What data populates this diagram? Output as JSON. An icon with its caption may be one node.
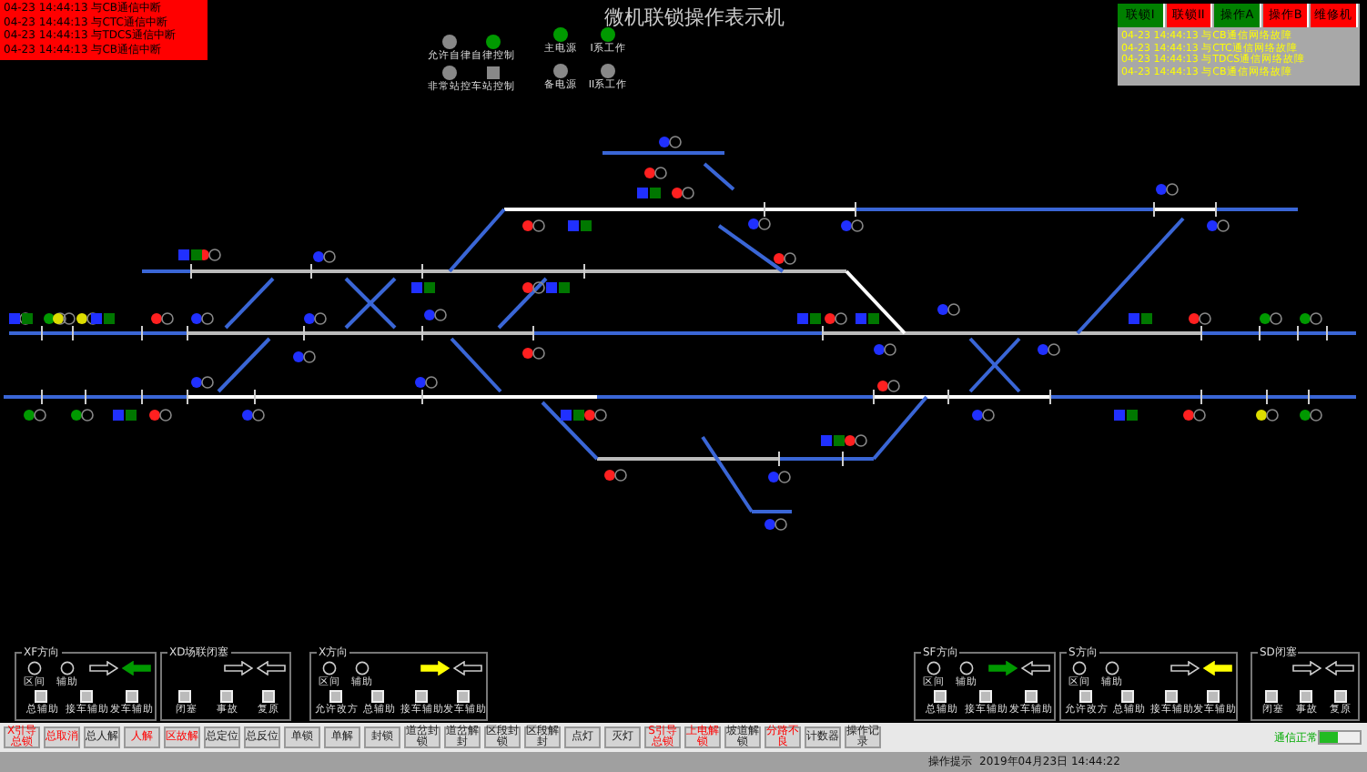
{
  "diagram": {
    "title": "微机联锁操作表示机",
    "nodes": [
      {
        "text": [
          "04-23 14:44:13 与CB通信中断",
          "04-23 14:44:13 与CTC通信中断",
          "04-23 14:44:13 与TDCS通信中断",
          "04-23 14:44:13 与CB通信中断"
        ]
      },
      {
        "text": [
          "04-23 14:44:13 与CB通信网络故障",
          "04-23 14:44:13 与CTC通信网络故障",
          "04-23 14:44:13 与TDCS通信网络故障",
          "04-23 14:44:13 与CB通信网络故障"
        ]
      },
      {
        "text": [
          "联锁I"
        ],
        "in": 1
      },
      {
        "text": [
          "联锁II"
        ],
        "in": 1
      },
      {
        "text": [
          "操作A"
        ],
        "in": 1
      },
      {
        "text": [
          "操作B"
        ],
        "in": 1
      },
      {
        "text": [
          "维修机"
        ],
        "in": 1
      },
      {
        "text": [
          "允许自律"
        ]
      },
      {
        "text": [
          "自律控制"
        ]
      },
      {
        "text": [
          "非常站控"
        ]
      },
      {
        "text": [
          "车站控制"
        ]
      },
      {
        "text": [
          "主电源"
        ]
      },
      {
        "text": [
          "备电源"
        ]
      },
      {
        "text": [
          "I系工作"
        ]
      },
      {
        "text": [
          "II系工作"
        ]
      },
      {
        "text": [
          "XF方向"
        ]
      },
      {
        "text": [
          "区间"
        ],
        "in": 15
      },
      {
        "text": [
          "辅助"
        ],
        "in": 15
      },
      {
        "text": [
          "总辅助"
        ],
        "in": 15
      },
      {
        "text": [
          "接车辅助"
        ],
        "in": 15
      },
      {
        "text": [
          "发车辅助"
        ],
        "in": 15
      },
      {
        "text": [
          "XD场联闭塞"
        ]
      },
      {
        "text": [
          "闭塞"
        ],
        "in": 21
      },
      {
        "text": [
          "事故"
        ],
        "in": 21
      },
      {
        "text": [
          "复原"
        ],
        "in": 21
      },
      {
        "text": [
          "X方向"
        ]
      },
      {
        "text": [
          "区间"
        ],
        "in": 25
      },
      {
        "text": [
          "辅助"
        ],
        "in": 25
      },
      {
        "text": [
          "允许改方"
        ],
        "in": 25
      },
      {
        "text": [
          "总辅助"
        ],
        "in": 25
      },
      {
        "text": [
          "接车辅助"
        ],
        "in": 25
      },
      {
        "text": [
          "发车辅助"
        ],
        "in": 25
      },
      {
        "text": [
          "SF方向"
        ]
      },
      {
        "text": [
          "区间"
        ],
        "in": 32
      },
      {
        "text": [
          "辅助"
        ],
        "in": 32
      },
      {
        "text": [
          "总辅助"
        ],
        "in": 32
      },
      {
        "text": [
          "接车辅助"
        ],
        "in": 32
      },
      {
        "text": [
          "发车辅助"
        ],
        "in": 32
      },
      {
        "text": [
          "S方向"
        ]
      },
      {
        "text": [
          "区间"
        ],
        "in": 38
      },
      {
        "text": [
          "辅助"
        ],
        "in": 38
      },
      {
        "text": [
          "允许改方"
        ],
        "in": 38
      },
      {
        "text": [
          "总辅助"
        ],
        "in": 38
      },
      {
        "text": [
          "接车辅助"
        ],
        "in": 38
      },
      {
        "text": [
          "发车辅助"
        ],
        "in": 38
      },
      {
        "text": [
          "SD闭塞"
        ]
      },
      {
        "text": [
          "闭塞"
        ],
        "in": 45
      },
      {
        "text": [
          "事故"
        ],
        "in": 45
      },
      {
        "text": [
          "复原"
        ],
        "in": 45
      },
      {
        "text": [
          "X引导总锁"
        ]
      },
      {
        "text": [
          "总取消"
        ]
      },
      {
        "text": [
          "总人解"
        ]
      },
      {
        "text": [
          "人解"
        ]
      },
      {
        "text": [
          "区故解"
        ]
      },
      {
        "text": [
          "总定位"
        ]
      },
      {
        "text": [
          "总反位"
        ]
      },
      {
        "text": [
          "单锁"
        ]
      },
      {
        "text": [
          "单解"
        ]
      },
      {
        "text": [
          "封锁"
        ]
      },
      {
        "text": [
          "道岔封锁"
        ]
      },
      {
        "text": [
          "道岔解封"
        ]
      },
      {
        "text": [
          "区段封锁"
        ]
      },
      {
        "text": [
          "区段解封"
        ]
      },
      {
        "text": [
          "点灯"
        ]
      },
      {
        "text": [
          "灭灯"
        ]
      },
      {
        "text": [
          "S引导总锁"
        ]
      },
      {
        "text": [
          "上电解锁"
        ]
      },
      {
        "text": [
          "坡道解锁"
        ]
      },
      {
        "text": [
          "分路不良"
        ]
      },
      {
        "text": [
          "计数器"
        ]
      },
      {
        "text": [
          "操作记录"
        ]
      }
    ],
    "labels": [
      "操作提示",
      "2019年04月23日 14:44:22",
      "通信正常"
    ]
  }
}
